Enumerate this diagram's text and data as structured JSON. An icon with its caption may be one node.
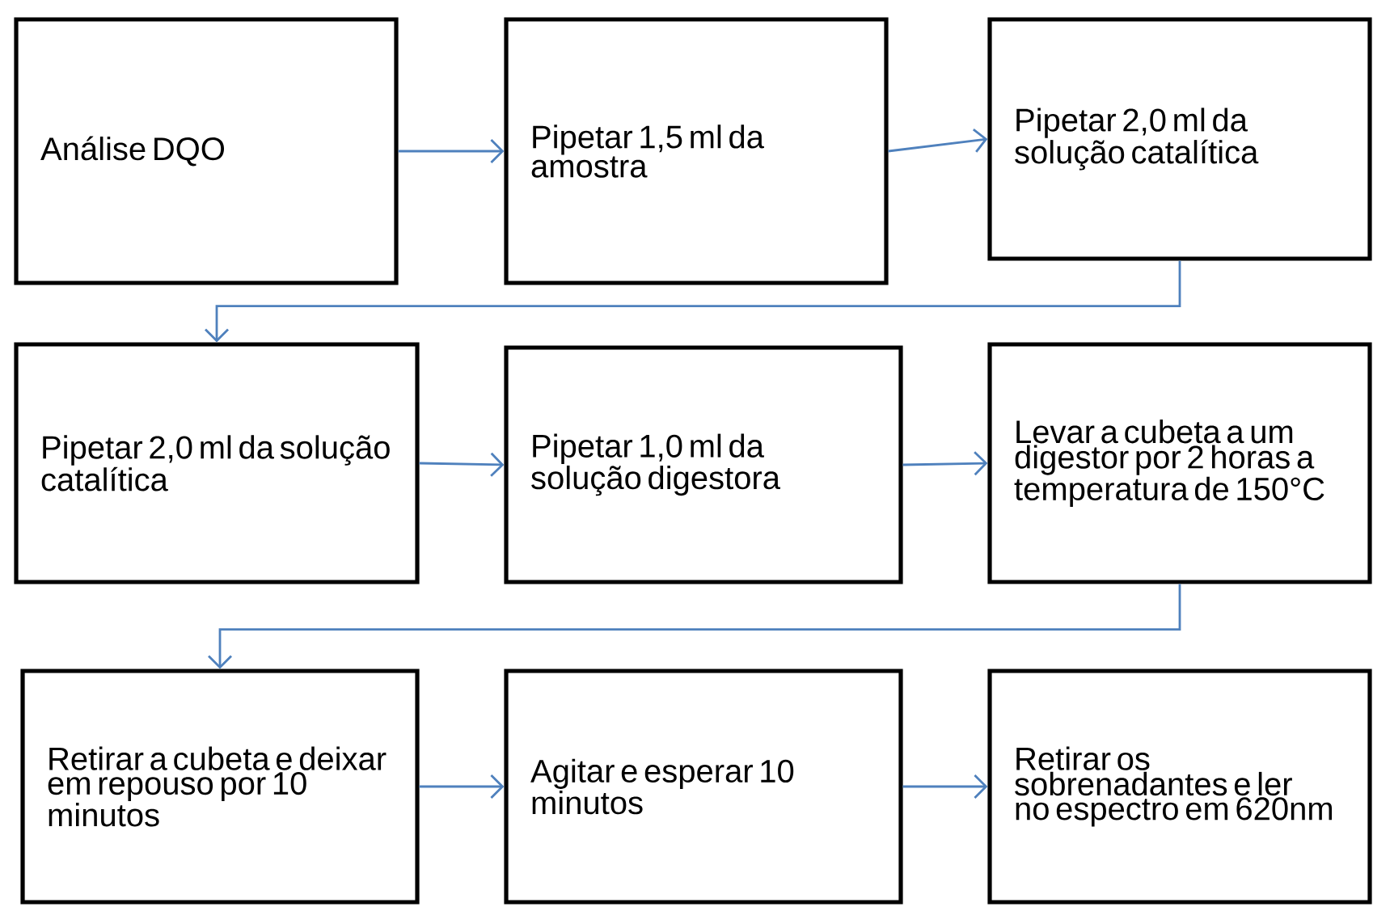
{
  "diagram": {
    "nodes": [
      {
        "text": [
          "Análise DQO"
        ]
      },
      {
        "text": [
          "Pipetar 1,5 ml da amostra"
        ]
      },
      {
        "text": [
          "Pipetar 2,0 ml da solução catalítica"
        ]
      },
      {
        "text": [
          "Pipetar 2,0 ml da solução catalítica"
        ]
      },
      {
        "text": [
          "Pipetar 1,0 ml da solução digestora"
        ]
      },
      {
        "text": [
          "Levar a cubeta a um digestor por 2 horas a temperatura de 150°C"
        ]
      },
      {
        "text": [
          "Retirar a cubeta e deixar em repouso por 10 minutos"
        ]
      },
      {
        "text": [
          "Agitar e esperar 10 minutos"
        ]
      },
      {
        "text": [
          "Retirar os sobrenadantes e ler no espectro em 620nm"
        ]
      }
    ],
    "edges": [
      {
        "from": 0,
        "to": 1,
        "arrow": "to"
      },
      {
        "from": 1,
        "to": 2,
        "arrow": "to"
      },
      {
        "from": 2,
        "to": 3,
        "arrow": "to"
      },
      {
        "from": 3,
        "to": 4,
        "arrow": "to"
      },
      {
        "from": 4,
        "to": 5,
        "arrow": "to"
      },
      {
        "from": 5,
        "to": 6,
        "arrow": "to"
      },
      {
        "from": 6,
        "to": 7,
        "arrow": "to"
      },
      {
        "from": 7,
        "to": 8,
        "arrow": "to"
      }
    ]
  }
}
